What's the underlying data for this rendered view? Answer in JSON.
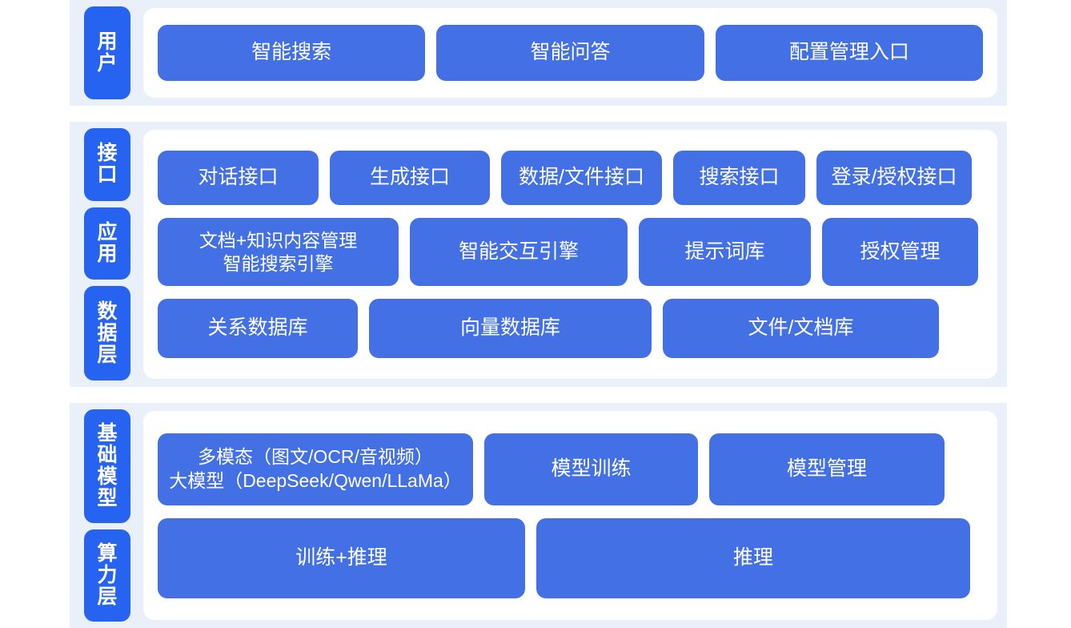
{
  "colors": {
    "tag_blue": "#2563f0",
    "cell_blue": "#4370e4",
    "band_bg": "#eaf0f9",
    "panel_bg": "#ffffff",
    "page_bg": "#ffffff",
    "cell_text": "#ffffff"
  },
  "sections": [
    {
      "id": "users",
      "tags": [
        {
          "label": "用户"
        }
      ],
      "rows": [
        {
          "id": "user-entries",
          "cells": [
            {
              "label": "智能搜索"
            },
            {
              "label": "智能问答"
            },
            {
              "label": "配置管理入口"
            }
          ]
        }
      ]
    },
    {
      "id": "middle",
      "tags": [
        {
          "label": "接口"
        },
        {
          "label": "应用"
        },
        {
          "label": "数据层"
        }
      ],
      "rows": [
        {
          "id": "api-layer",
          "cells": [
            {
              "label": "对话接口"
            },
            {
              "label": "生成接口"
            },
            {
              "label": "数据/文件接口"
            },
            {
              "label": "搜索接口"
            },
            {
              "label": "登录/授权接口"
            }
          ]
        },
        {
          "id": "application-layer",
          "cells": [
            {
              "label": "文档+知识内容管理\n智能搜索引擎"
            },
            {
              "label": "智能交互引擎"
            },
            {
              "label": "提示词库"
            },
            {
              "label": "授权管理"
            }
          ]
        },
        {
          "id": "data-layer",
          "cells": [
            {
              "label": "关系数据库"
            },
            {
              "label": "向量数据库"
            },
            {
              "label": "文件/文档库"
            }
          ]
        }
      ]
    },
    {
      "id": "bottom",
      "tags": [
        {
          "label": "基础模型"
        },
        {
          "label": "算力层"
        }
      ],
      "rows": [
        {
          "id": "foundation-model-layer",
          "cells": [
            {
              "label": "多模态（图文/OCR/音视频）\n大模型（DeepSeek/Qwen/LLaMa）"
            },
            {
              "label": "模型训练"
            },
            {
              "label": "模型管理"
            }
          ]
        },
        {
          "id": "compute-layer",
          "cells": [
            {
              "label": "训练+推理"
            },
            {
              "label": "推理"
            }
          ]
        }
      ]
    }
  ]
}
